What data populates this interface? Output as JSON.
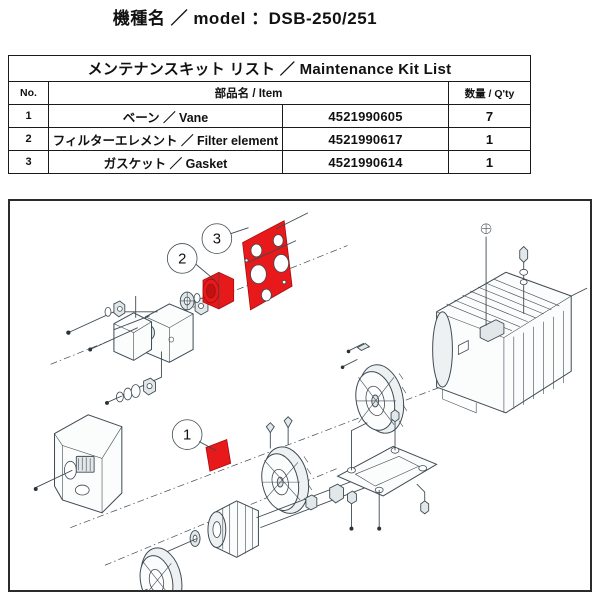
{
  "header": {
    "model_label": "機種名 ／ model",
    "model_separator": "：",
    "model_value": "DSB-250/251",
    "full_line": "機種名 ／ model  ：DSB-250/251"
  },
  "table": {
    "title": "メンテナンスキット リスト ／ Maintenance Kit  List",
    "columns": {
      "no": "No.",
      "item": "部品名 / Item",
      "part_number": "",
      "qty": "数量 / Q'ty"
    },
    "rows": [
      {
        "no": "1",
        "item": "ベーン ／ Vane",
        "part_number": "4521990605",
        "qty": "7"
      },
      {
        "no": "2",
        "item": "フィルターエレメント ／ Filter element",
        "part_number": "4521990617",
        "qty": "1"
      },
      {
        "no": "3",
        "item": "ガスケット ／ Gasket",
        "part_number": "4521990614",
        "qty": "1"
      }
    ]
  },
  "diagram": {
    "description": "exploded-parts-view-vacuum-pump-motor",
    "callouts": [
      {
        "id": "1",
        "label": "1",
        "refers_to": "ベーン ／ Vane"
      },
      {
        "id": "2",
        "label": "2",
        "refers_to": "フィルターエレメント ／ Filter element"
      },
      {
        "id": "3",
        "label": "3",
        "refers_to": "ガスケット ／ Gasket"
      }
    ],
    "colors": {
      "highlight_red": "#e8191a",
      "line": "#3d4a52",
      "fill_light": "#f2f4f5",
      "fill_mid": "#dfe4e7",
      "panel_border": "#2b2b2b"
    }
  }
}
